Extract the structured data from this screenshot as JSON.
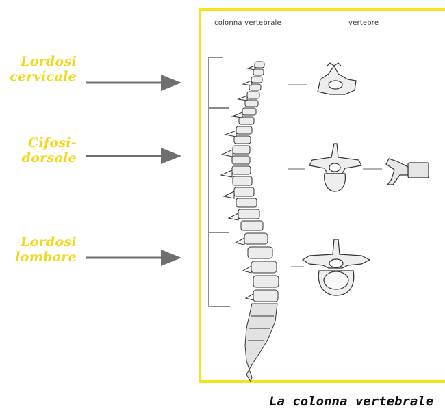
{
  "labels": {
    "cervicale": [
      "Lordosi",
      "cervicale"
    ],
    "dorsale": [
      "Cifosi-",
      "dorsale"
    ],
    "lombare": [
      "Lordosi",
      "lombare"
    ]
  },
  "panel": {
    "header_left": "colonna vertebrale",
    "header_right": "vertebre"
  },
  "caption": "La colonna vertebrale",
  "colors": {
    "label": "#f2d71d",
    "frame": "#f3e21c",
    "arrow": "#6f6f6f"
  }
}
